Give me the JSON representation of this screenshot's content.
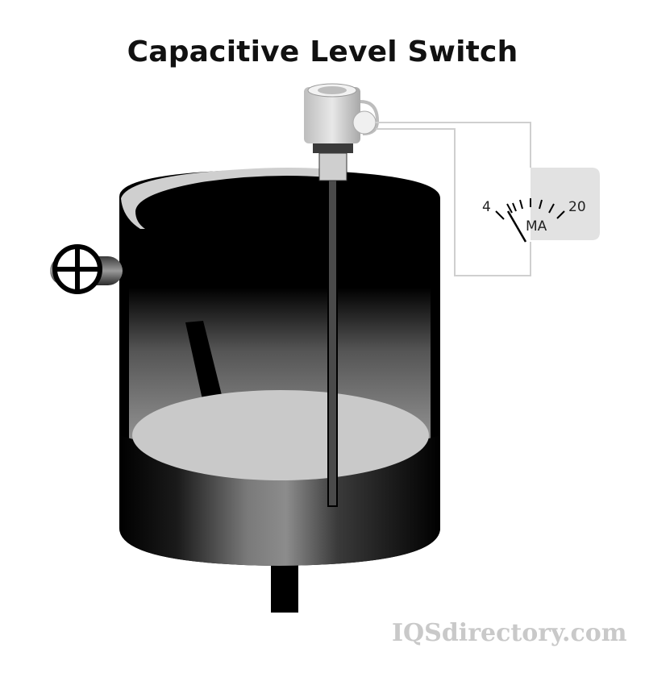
{
  "title": "Capacitive Level Switch",
  "gauge": {
    "min_label": "4",
    "max_label": "20",
    "unit_label": "MA"
  },
  "watermark": "IQSdirectory.com",
  "colors": {
    "tank": "#000000",
    "liquid_surface": "#c9c9c9",
    "sensor_housing": "#dcdcdc",
    "gauge_panel": "#e2e2e2",
    "wire": "#cfcfcf"
  },
  "icons": [
    "valve-handwheel-icon",
    "analog-gauge-icon",
    "level-sensor-icon"
  ]
}
